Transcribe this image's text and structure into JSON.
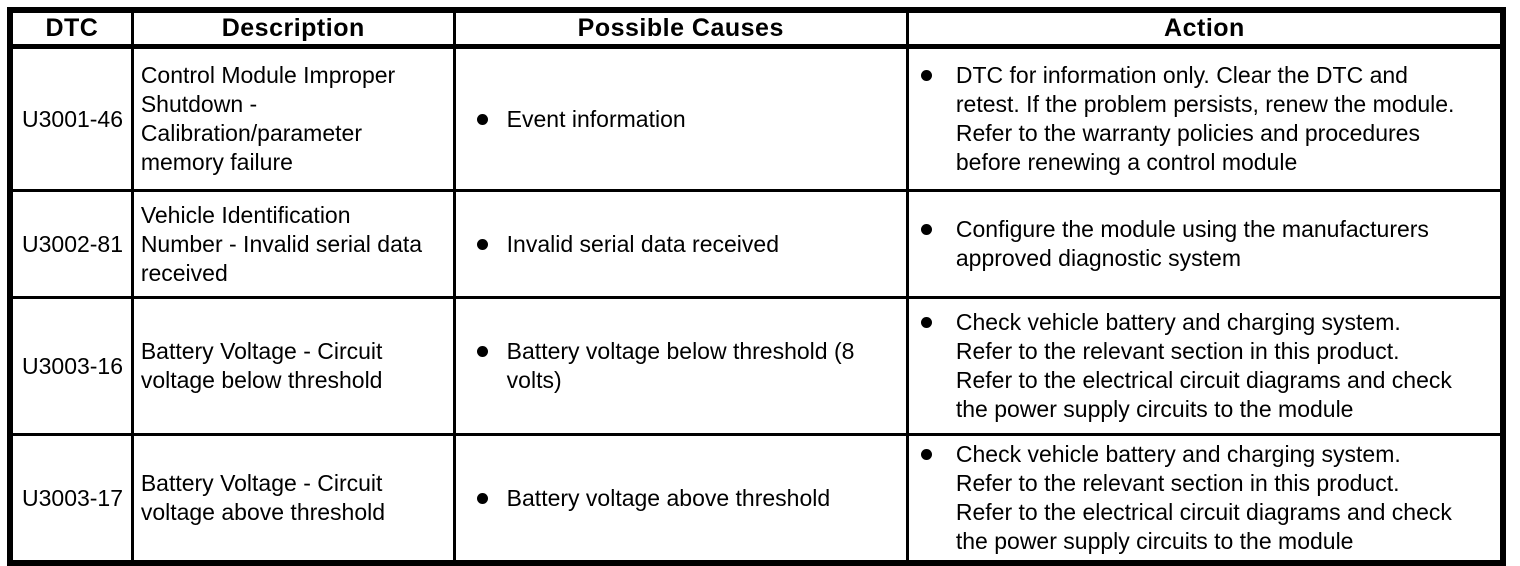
{
  "table": {
    "columns": [
      {
        "key": "dtc",
        "label": "DTC"
      },
      {
        "key": "description",
        "label": "Description"
      },
      {
        "key": "causes",
        "label": "Possible Causes"
      },
      {
        "key": "action",
        "label": "Action"
      }
    ],
    "rows": [
      {
        "dtc": "U3001-46",
        "description": "Control Module Improper\nShutdown -\nCalibration/parameter\nmemory failure",
        "causes": [
          "Event information"
        ],
        "actions": [
          "DTC for information only. Clear the DTC and\nretest. If the problem persists, renew the module.\nRefer to the warranty policies and procedures\nbefore renewing a control module"
        ]
      },
      {
        "dtc": "U3002-81",
        "description": "Vehicle Identification\nNumber - Invalid serial data\nreceived",
        "causes": [
          "Invalid serial data received"
        ],
        "actions": [
          "Configure the module using the manufacturers\napproved diagnostic system"
        ]
      },
      {
        "dtc": "U3003-16",
        "description": "Battery Voltage - Circuit\nvoltage below threshold",
        "causes": [
          "Battery voltage below threshold (8\nvolts)"
        ],
        "actions": [
          "Check vehicle battery and charging system.\nRefer to the relevant section in this product.\nRefer to the electrical circuit diagrams and check\nthe power supply circuits to the module"
        ]
      },
      {
        "dtc": "U3003-17",
        "description": "Battery Voltage - Circuit\nvoltage above threshold",
        "causes": [
          "Battery voltage above threshold"
        ],
        "actions": [
          "Check vehicle battery and charging system.\nRefer to the relevant section in this product.\nRefer to the electrical circuit diagrams and check\nthe power supply circuits to the module"
        ]
      }
    ]
  }
}
